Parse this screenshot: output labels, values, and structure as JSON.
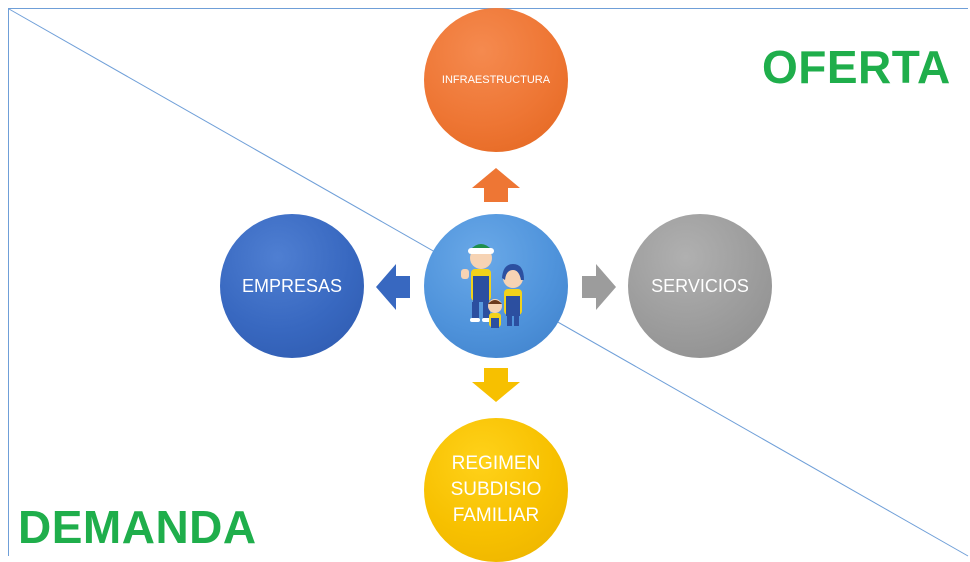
{
  "labels": {
    "oferta": "OFERTA",
    "demanda": "DEMANDA"
  },
  "nodes": {
    "top": "INFRAESTRUCTURA",
    "left": "EMPRESAS",
    "right": "SERVICIOS",
    "bottom_lines": [
      "REGIMEN",
      "SUBDISIO",
      "FAMILIAR"
    ]
  },
  "colors": {
    "top": "#ee7634",
    "left": "#3868c0",
    "right": "#9c9c9c",
    "bottom": "#f7c000",
    "center": "#4f93db",
    "label_green": "#1fae4b",
    "frame_line": "#6f9fd8"
  },
  "icons": {
    "center": "family-mascot-icon",
    "arrows": [
      "arrow-up-icon",
      "arrow-left-icon",
      "arrow-right-icon",
      "arrow-down-icon"
    ]
  }
}
